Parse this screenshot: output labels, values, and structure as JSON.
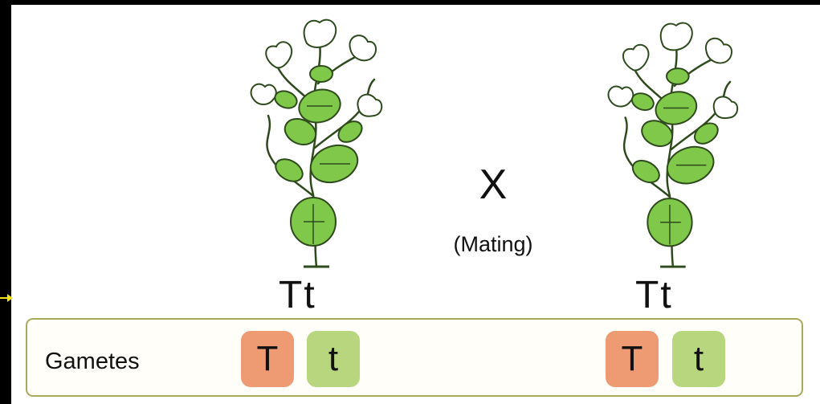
{
  "left_parent": {
    "genotype": "Tt"
  },
  "right_parent": {
    "genotype": "Tt"
  },
  "cross": {
    "symbol": "X",
    "label": "(Mating)"
  },
  "gametes": {
    "label": "Gametes",
    "left": [
      "T",
      "t"
    ],
    "right": [
      "T",
      "t"
    ]
  },
  "colors": {
    "background": "#000000",
    "panel": "#ffffff",
    "dominant_allele": "#ee9b73",
    "recessive_allele": "#b7d67e",
    "box_border": "#a9a95a",
    "leaf": "#7fc84a",
    "arrow": "#f5e11c"
  },
  "icons": [
    "pea-plant-icon",
    "pointer-arrow-icon"
  ]
}
